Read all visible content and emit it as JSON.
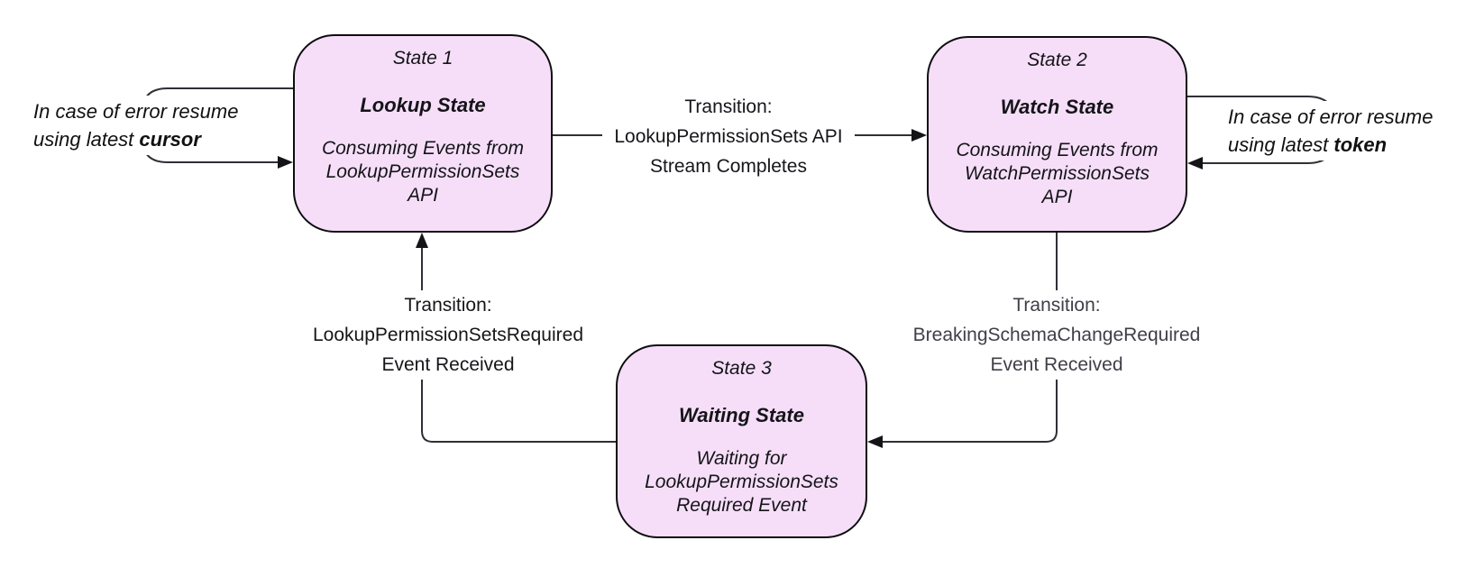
{
  "colors": {
    "state_fill": "#f6def9",
    "state_border": "#0d0d10",
    "connector_line": "#2f2f36",
    "arrowhead": "#141417",
    "label_text": "#16161a",
    "muted_label_text": "#3f3f48"
  },
  "states": [
    {
      "title": "State 1",
      "name": "Lookup State",
      "description": [
        "Consuming Events from",
        "LookupPermissionSets",
        "API"
      ]
    },
    {
      "title": "State 2",
      "name": "Watch State",
      "description": [
        "Consuming Events from",
        "WatchPermissionSets",
        "API"
      ]
    },
    {
      "title": "State 3",
      "name": "Waiting State",
      "description": [
        "Waiting for",
        "LookupPermissionSets",
        "Required Event"
      ]
    }
  ],
  "transitions": [
    {
      "from": "State 1",
      "to": "State 2",
      "lines": [
        "Transition:",
        "LookupPermissionSets API",
        "Stream Completes"
      ]
    },
    {
      "from": "State 3",
      "to": "State 1",
      "lines": [
        "Transition:",
        "LookupPermissionSetsRequired",
        "Event Received"
      ]
    },
    {
      "from": "State 2",
      "to": "State 3",
      "lines": [
        "Transition:",
        "BreakingSchemaChangeRequired",
        "Event Received"
      ]
    }
  ],
  "loops": [
    {
      "state": "State 1",
      "line1": "In case of error resume",
      "line2_prefix": "using latest ",
      "keyword": "cursor"
    },
    {
      "state": "State 2",
      "line1": "In case of error resume",
      "line2_prefix": "using latest ",
      "keyword": "token"
    }
  ]
}
